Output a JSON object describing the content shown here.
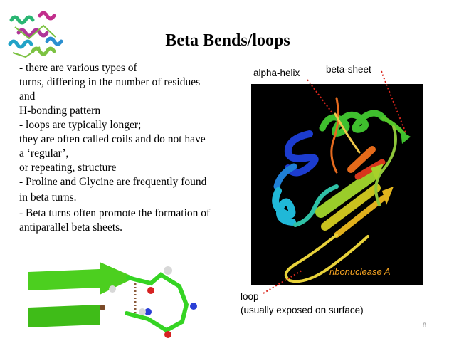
{
  "slide": {
    "title": "Beta Bends/loops",
    "page_number": "8"
  },
  "body_lines": [
    "- there are various types of",
    "turns, differing in the number of residues",
    "and",
    "H-bonding pattern",
    "- loops are typically longer;",
    "they are often called coils and do not have",
    "a ‘regular’,",
    "or repeating, structure",
    "- Proline and Glycine are frequently found",
    "in beta turns.",
    "- Beta turns often promote the formation of",
    "antiparallel beta sheets."
  ],
  "figure": {
    "label_alpha_helix": "alpha-helix",
    "label_beta_sheet": "beta-sheet",
    "protein_name": "ribonuclease A",
    "loop_label": "loop",
    "loop_note": "(usually exposed on surface)",
    "leader_color": "#d9251c"
  }
}
